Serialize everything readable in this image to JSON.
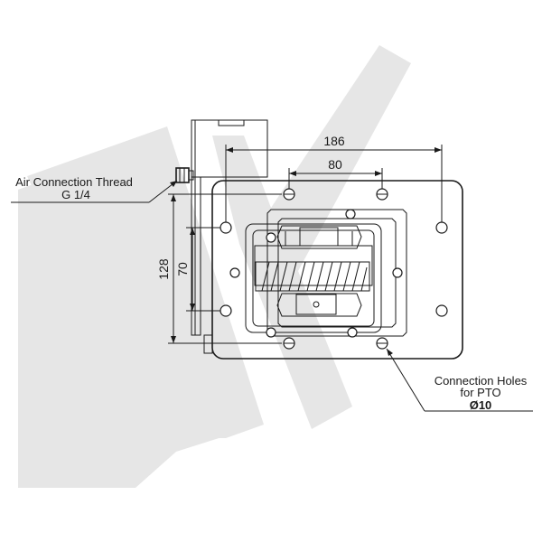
{
  "dimensions": {
    "width_outer": "186",
    "width_inner": "80",
    "height_outer": "128",
    "height_inner": "70"
  },
  "callouts": {
    "air_connection_line1": "Air Connection Thread",
    "air_connection_line2": "G 1/4",
    "holes_line1": "Connection Holes",
    "holes_line2": "for PTO",
    "holes_size": "Ø10"
  },
  "colors": {
    "line": "#1a1a1a",
    "watermark": "#e6e6e6",
    "background": "#ffffff"
  }
}
